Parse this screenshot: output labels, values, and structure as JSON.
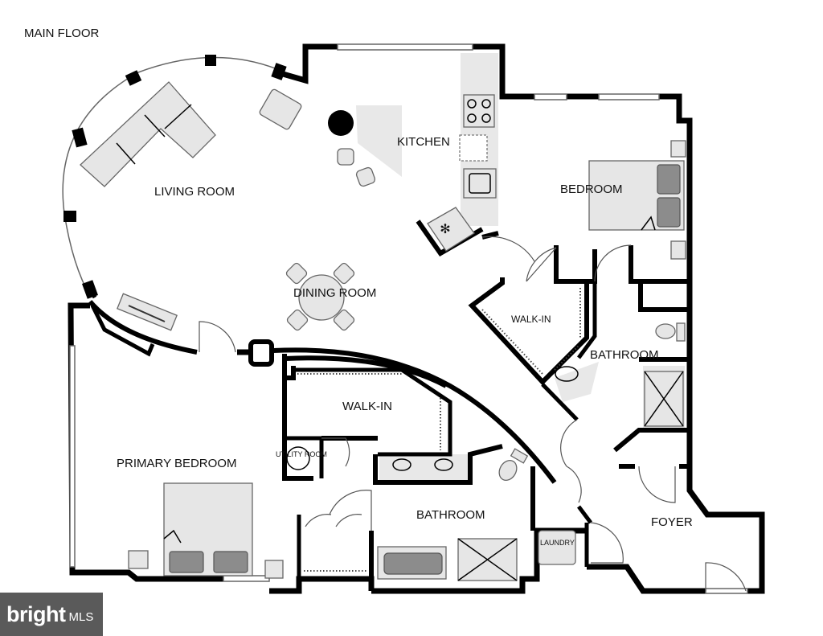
{
  "plan": {
    "title": "MAIN FLOOR",
    "rooms": {
      "living_room": "LIVING ROOM",
      "kitchen": "KITCHEN",
      "bedroom": "BEDROOM",
      "dining_room": "DINING ROOM",
      "walk_in_1": "WALK-IN",
      "bathroom_1": "BATHROOM",
      "walk_in_2": "WALK-IN",
      "primary_bedroom": "PRIMARY BEDROOM",
      "utility_room": "UTILITY ROOM",
      "bathroom_2": "BATHROOM",
      "foyer": "FOYER",
      "laundry": "LAUNDRY"
    }
  },
  "logo": {
    "brand": "bright",
    "suffix": "MLS"
  },
  "colors": {
    "wall": "#000000",
    "fixture": "#e6e6e6",
    "logo_bg": "#5a5a5a"
  }
}
